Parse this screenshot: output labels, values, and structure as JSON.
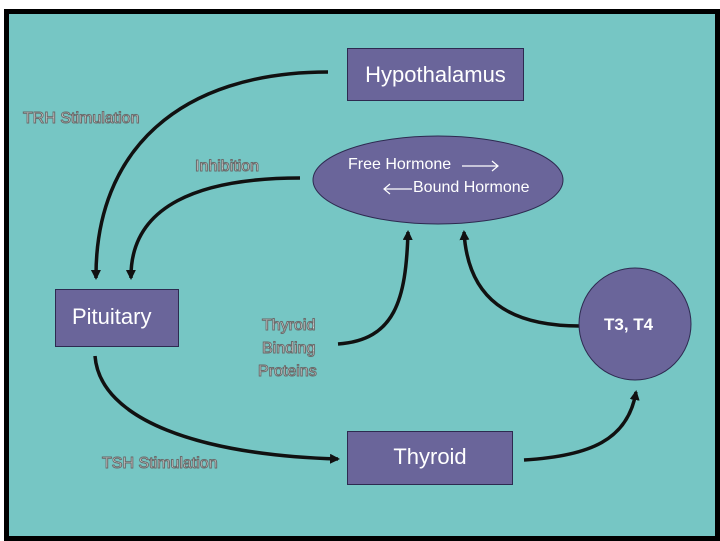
{
  "nodes": {
    "hypothalamus": "Hypothalamus",
    "pituitary": "Pituitary",
    "thyroid": "Thyroid",
    "t3t4": "T3, T4",
    "free_hormone": "Free Hormone",
    "bound_hormone": "Bound Hormone"
  },
  "labels": {
    "trh": "TRH Stimulation",
    "inhibition": "Inhibition",
    "tsh": "TSH Stimulation",
    "binding_1": "Thyroid",
    "binding_2": "Binding",
    "binding_3": "Proteins"
  },
  "colors": {
    "background": "#76c6c4",
    "node_fill": "#6a659a",
    "arrow": "#111111"
  }
}
